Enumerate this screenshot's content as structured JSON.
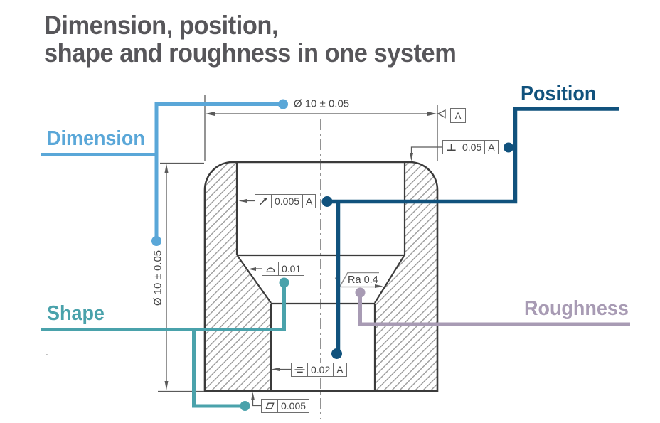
{
  "title": {
    "line1": "Dimension, position,",
    "line2": "shape and roughness in one system"
  },
  "callouts": {
    "dimension": {
      "label": "Dimension",
      "color": "#5aa7d8"
    },
    "position": {
      "label": "Position",
      "color": "#11527d"
    },
    "shape": {
      "label": "Shape",
      "color": "#4aa2ab"
    },
    "roughness": {
      "label": "Roughness",
      "color": "#a89bb4"
    }
  },
  "dimensions": {
    "top_diameter": "Ø 10 ± 0.05",
    "left_diameter": "Ø 10 ± 0.05"
  },
  "datum": {
    "label": "A"
  },
  "tolerance_frames": {
    "circular_runout": {
      "symbol_name": "circular-runout",
      "value": "0.005",
      "datum": "A"
    },
    "perpendicularity": {
      "symbol_name": "perpendicularity",
      "value": "0.05",
      "datum": "A"
    },
    "line_profile": {
      "symbol_name": "line-profile",
      "value": "0.01"
    },
    "symmetry": {
      "symbol_name": "symmetry",
      "value": "0.02",
      "datum": "A"
    },
    "flatness": {
      "symbol_name": "flatness",
      "value": "0.005"
    }
  },
  "surface_roughness": {
    "label": "Ra 0.4"
  },
  "stray_mark": "."
}
